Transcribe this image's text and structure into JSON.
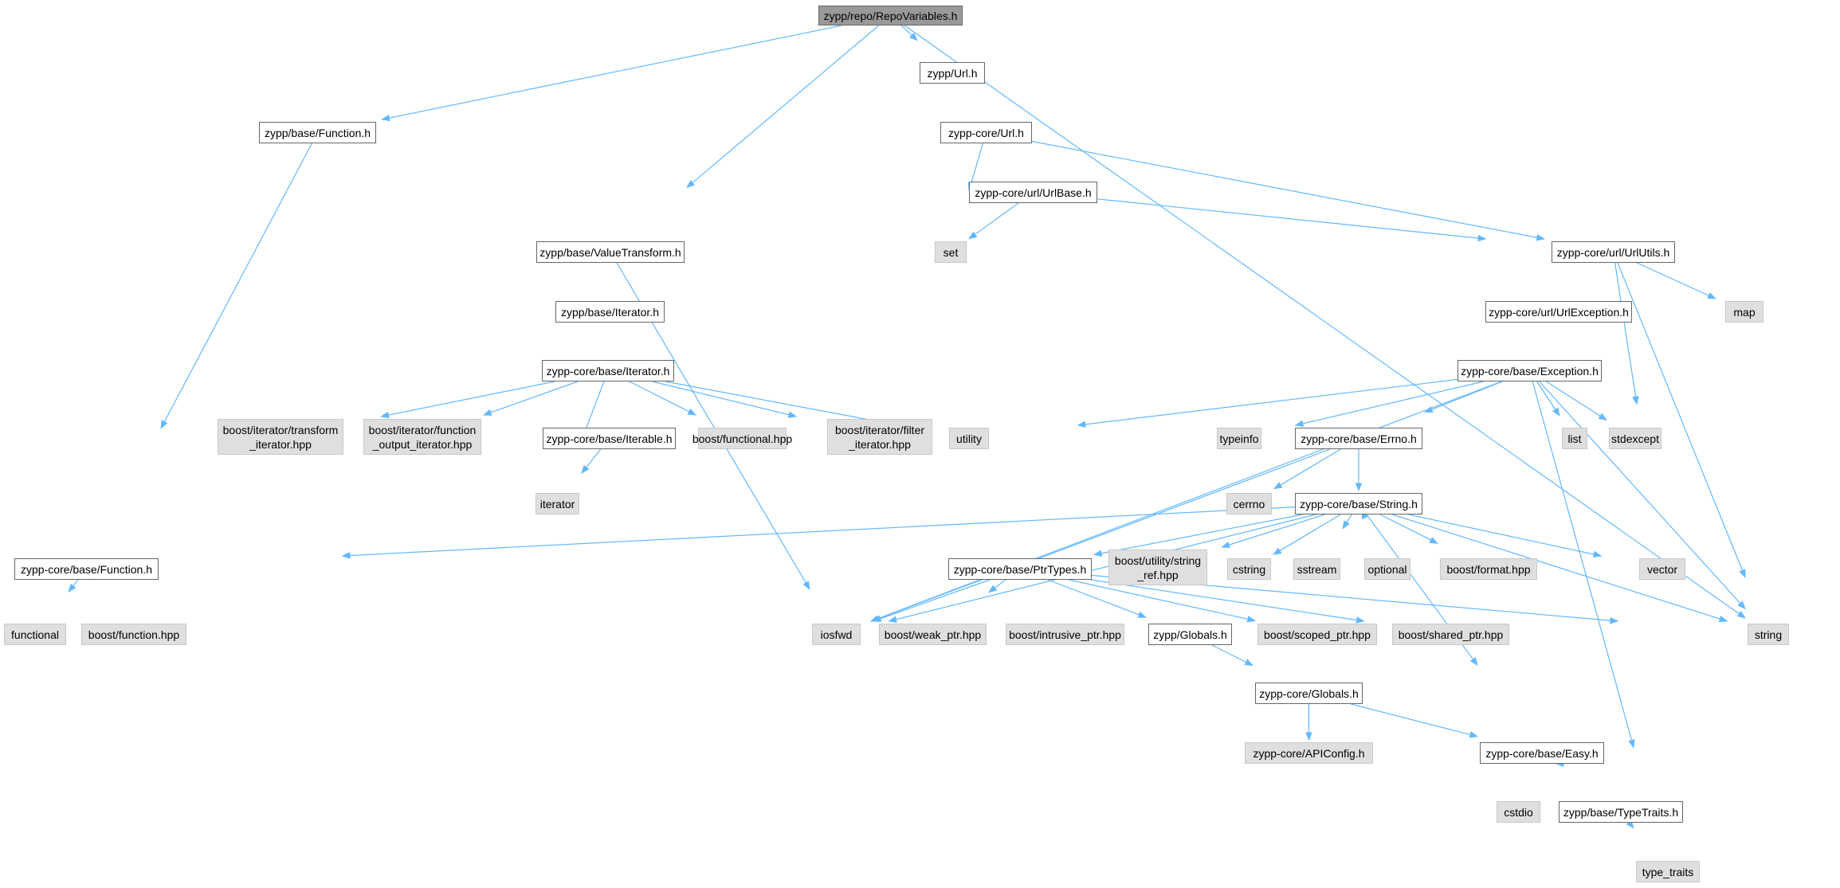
{
  "colors": {
    "edge": "#63b8ff",
    "root_fill": "#999999",
    "project_fill": "#ffffff",
    "project_border": "#666666",
    "external_fill": "#dfdfdf",
    "external_border": "#c8c8c8"
  },
  "nodes": [
    {
      "id": "repovars",
      "label": "zypp/repo/RepoVariables.h",
      "kind": "root"
    },
    {
      "id": "url",
      "label": "zypp/Url.h",
      "kind": "project"
    },
    {
      "id": "func",
      "label": "zypp/base/Function.h",
      "kind": "project"
    },
    {
      "id": "coreurl",
      "label": "zypp-core/Url.h",
      "kind": "project"
    },
    {
      "id": "urlbase",
      "label": "zypp-core/url/UrlBase.h",
      "kind": "project"
    },
    {
      "id": "set",
      "label": "set",
      "kind": "external"
    },
    {
      "id": "valtrans",
      "label": "zypp/base/ValueTransform.h",
      "kind": "project"
    },
    {
      "id": "urlutils",
      "label": "zypp-core/url/UrlUtils.h",
      "kind": "project"
    },
    {
      "id": "iterator_h",
      "label": "zypp/base/Iterator.h",
      "kind": "project"
    },
    {
      "id": "urlexc",
      "label": "zypp-core/url/UrlException.h",
      "kind": "project"
    },
    {
      "id": "map",
      "label": "map",
      "kind": "external"
    },
    {
      "id": "coreiter",
      "label": "zypp-core/base/Iterator.h",
      "kind": "project"
    },
    {
      "id": "exception",
      "label": "zypp-core/base/Exception.h",
      "kind": "project"
    },
    {
      "id": "transiter",
      "label": "boost/iterator/transform\n_iterator.hpp",
      "kind": "external"
    },
    {
      "id": "funcoutiter",
      "label": "boost/iterator/function\n_output_iterator.hpp",
      "kind": "external"
    },
    {
      "id": "iterable",
      "label": "zypp-core/base/Iterable.h",
      "kind": "project"
    },
    {
      "id": "boostfunctional",
      "label": "boost/functional.hpp",
      "kind": "external"
    },
    {
      "id": "filteriter",
      "label": "boost/iterator/filter\n_iterator.hpp",
      "kind": "external"
    },
    {
      "id": "utility",
      "label": "utility",
      "kind": "external"
    },
    {
      "id": "typeinfo",
      "label": "typeinfo",
      "kind": "external"
    },
    {
      "id": "errno",
      "label": "zypp-core/base/Errno.h",
      "kind": "project"
    },
    {
      "id": "list",
      "label": "list",
      "kind": "external"
    },
    {
      "id": "stdexcept",
      "label": "stdexcept",
      "kind": "external"
    },
    {
      "id": "iterator",
      "label": "iterator",
      "kind": "external"
    },
    {
      "id": "cerrno",
      "label": "cerrno",
      "kind": "external"
    },
    {
      "id": "string_h",
      "label": "zypp-core/base/String.h",
      "kind": "project"
    },
    {
      "id": "corefunc",
      "label": "zypp-core/base/Function.h",
      "kind": "project"
    },
    {
      "id": "ptrtypes",
      "label": "zypp-core/base/PtrTypes.h",
      "kind": "project"
    },
    {
      "id": "stringref",
      "label": "boost/utility/string\n_ref.hpp",
      "kind": "external"
    },
    {
      "id": "cstring",
      "label": "cstring",
      "kind": "external"
    },
    {
      "id": "sstream",
      "label": "sstream",
      "kind": "external"
    },
    {
      "id": "optional",
      "label": "optional",
      "kind": "external"
    },
    {
      "id": "boostformat",
      "label": "boost/format.hpp",
      "kind": "external"
    },
    {
      "id": "vector",
      "label": "vector",
      "kind": "external"
    },
    {
      "id": "functional",
      "label": "functional",
      "kind": "external"
    },
    {
      "id": "boostfunction",
      "label": "boost/function.hpp",
      "kind": "external"
    },
    {
      "id": "iosfwd",
      "label": "iosfwd",
      "kind": "external"
    },
    {
      "id": "weakptr",
      "label": "boost/weak_ptr.hpp",
      "kind": "external"
    },
    {
      "id": "intrusiveptr",
      "label": "boost/intrusive_ptr.hpp",
      "kind": "external"
    },
    {
      "id": "globals",
      "label": "zypp/Globals.h",
      "kind": "project"
    },
    {
      "id": "scopedptr",
      "label": "boost/scoped_ptr.hpp",
      "kind": "external"
    },
    {
      "id": "sharedptr",
      "label": "boost/shared_ptr.hpp",
      "kind": "external"
    },
    {
      "id": "string",
      "label": "string",
      "kind": "external"
    },
    {
      "id": "coreglobals",
      "label": "zypp-core/Globals.h",
      "kind": "project"
    },
    {
      "id": "apiconfig",
      "label": "zypp-core/APIConfig.h",
      "kind": "external"
    },
    {
      "id": "easy",
      "label": "zypp-core/base/Easy.h",
      "kind": "project"
    },
    {
      "id": "cstdio",
      "label": "cstdio",
      "kind": "external"
    },
    {
      "id": "typetraits_h",
      "label": "zypp/base/TypeTraits.h",
      "kind": "project"
    },
    {
      "id": "type_traits",
      "label": "type_traits",
      "kind": "external"
    }
  ],
  "edges": [
    [
      "repovars",
      "url"
    ],
    [
      "repovars",
      "func"
    ],
    [
      "repovars",
      "valtrans"
    ],
    [
      "repovars",
      "string"
    ],
    [
      "url",
      "coreurl"
    ],
    [
      "func",
      "corefunc"
    ],
    [
      "coreurl",
      "urlbase"
    ],
    [
      "coreurl",
      "set"
    ],
    [
      "coreurl",
      "urlutils"
    ],
    [
      "urlbase",
      "set"
    ],
    [
      "urlbase",
      "urlutils"
    ],
    [
      "urlbase",
      "ptrtypes"
    ],
    [
      "valtrans",
      "iterator_h"
    ],
    [
      "valtrans",
      "iosfwd"
    ],
    [
      "urlutils",
      "urlexc"
    ],
    [
      "urlutils",
      "map"
    ],
    [
      "urlutils",
      "vector"
    ],
    [
      "urlutils",
      "string"
    ],
    [
      "iterator_h",
      "coreiter"
    ],
    [
      "urlexc",
      "exception"
    ],
    [
      "coreiter",
      "transiter"
    ],
    [
      "coreiter",
      "funcoutiter"
    ],
    [
      "coreiter",
      "iterable"
    ],
    [
      "coreiter",
      "boostfunctional"
    ],
    [
      "coreiter",
      "filteriter"
    ],
    [
      "coreiter",
      "utility"
    ],
    [
      "coreiter",
      "iterator"
    ],
    [
      "iterable",
      "iterator"
    ],
    [
      "exception",
      "utility"
    ],
    [
      "exception",
      "typeinfo"
    ],
    [
      "exception",
      "errno"
    ],
    [
      "exception",
      "list"
    ],
    [
      "exception",
      "stdexcept"
    ],
    [
      "exception",
      "iosfwd"
    ],
    [
      "exception",
      "string"
    ],
    [
      "exception",
      "type_traits"
    ],
    [
      "errno",
      "cerrno"
    ],
    [
      "errno",
      "string_h"
    ],
    [
      "errno",
      "iosfwd"
    ],
    [
      "string_h",
      "corefunc"
    ],
    [
      "string_h",
      "ptrtypes"
    ],
    [
      "string_h",
      "iosfwd"
    ],
    [
      "string_h",
      "stringref"
    ],
    [
      "string_h",
      "cstring"
    ],
    [
      "string_h",
      "sstream"
    ],
    [
      "string_h",
      "optional"
    ],
    [
      "string_h",
      "boostformat"
    ],
    [
      "string_h",
      "vector"
    ],
    [
      "string_h",
      "string"
    ],
    [
      "string_h",
      "easy"
    ],
    [
      "corefunc",
      "functional"
    ],
    [
      "corefunc",
      "boostfunction"
    ],
    [
      "ptrtypes",
      "iosfwd"
    ],
    [
      "ptrtypes",
      "weakptr"
    ],
    [
      "ptrtypes",
      "intrusiveptr"
    ],
    [
      "ptrtypes",
      "globals"
    ],
    [
      "ptrtypes",
      "scopedptr"
    ],
    [
      "ptrtypes",
      "sharedptr"
    ],
    [
      "ptrtypes",
      "string"
    ],
    [
      "globals",
      "coreglobals"
    ],
    [
      "coreglobals",
      "apiconfig"
    ],
    [
      "coreglobals",
      "easy"
    ],
    [
      "easy",
      "cstdio"
    ],
    [
      "easy",
      "typetraits_h"
    ],
    [
      "typetraits_h",
      "type_traits"
    ]
  ]
}
